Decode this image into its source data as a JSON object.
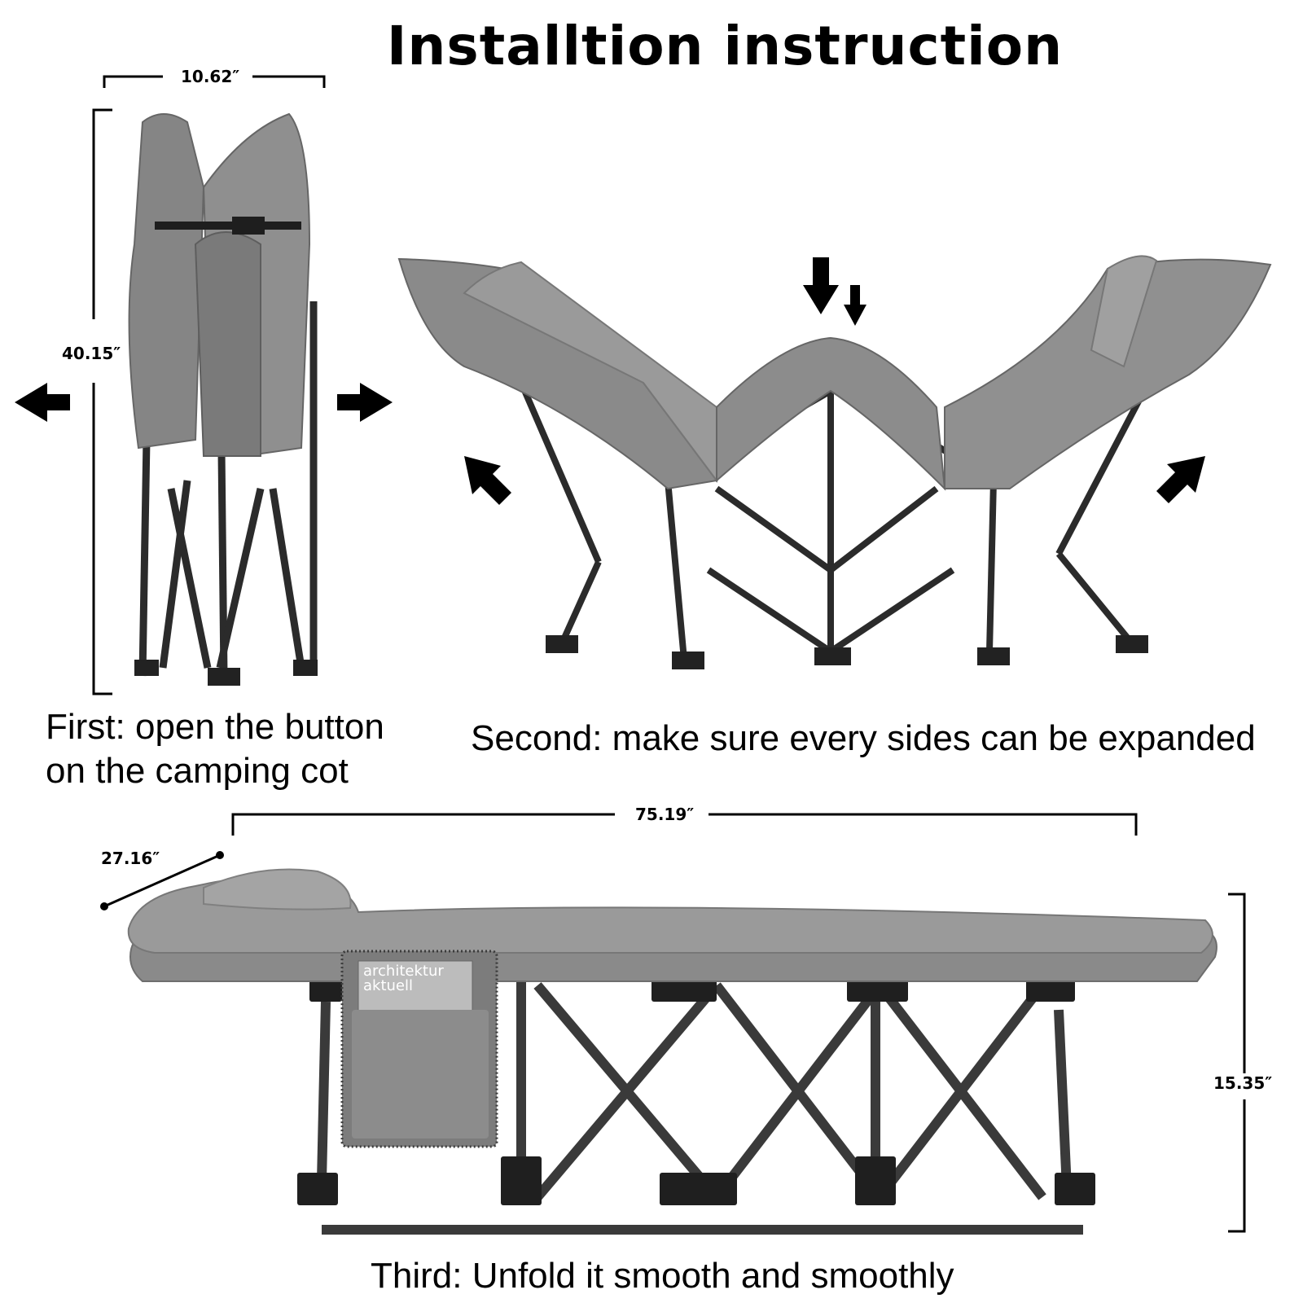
{
  "title": "Installtion instruction",
  "steps": {
    "first": "First: open the button\non the camping cot",
    "second": "Second: make sure every sides can be expanded",
    "third": "Third: Unfold it smooth and smoothly"
  },
  "dimensions": {
    "folded_width": "10.62″",
    "folded_height": "40.15″",
    "length": "75.19″",
    "width": "27.16″",
    "height": "15.35″"
  },
  "pocket_label": "architektur aktuell",
  "colors": {
    "fabric": "#8a8a8a",
    "fabric_dark": "#6e6e6e",
    "frame": "#2b2b2b",
    "arrow": "#000000"
  }
}
